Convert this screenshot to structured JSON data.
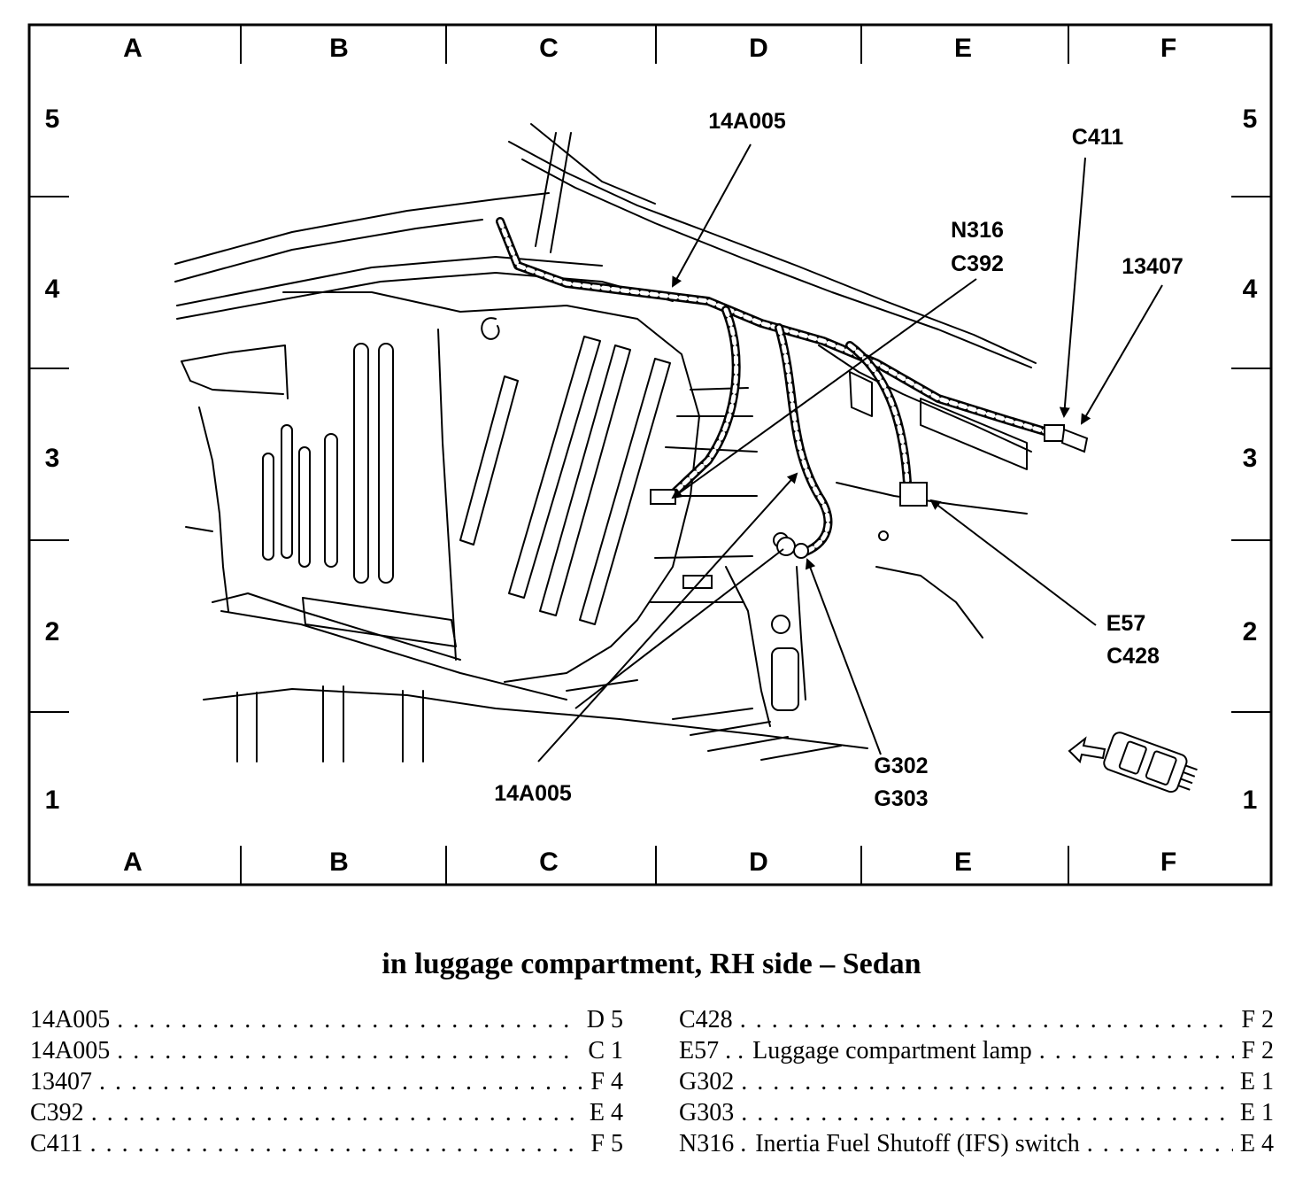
{
  "grid": {
    "columns": [
      "A",
      "B",
      "C",
      "D",
      "E",
      "F"
    ],
    "rows": [
      "5",
      "4",
      "3",
      "2",
      "1"
    ]
  },
  "callouts": {
    "c14a005_top": "14A005",
    "c411": "C411",
    "n316": "N316",
    "c392": "C392",
    "c13407": "13407",
    "e57": "E57",
    "c428": "C428",
    "g302": "G302",
    "g303": "G303",
    "c14a005_bottom": "14A005"
  },
  "caption": "in luggage compartment, RH side – Sedan",
  "legend_left": [
    {
      "code": "14A005",
      "desc": "",
      "loc": "D 5"
    },
    {
      "code": "14A005",
      "desc": "",
      "loc": "C 1"
    },
    {
      "code": "13407",
      "desc": "",
      "loc": "F 4"
    },
    {
      "code": "C392",
      "desc": "",
      "loc": "E 4"
    },
    {
      "code": "C411",
      "desc": "",
      "loc": "F 5"
    }
  ],
  "legend_right": [
    {
      "code": "C428",
      "desc": "",
      "loc": "F 2"
    },
    {
      "code": "E57 . .",
      "desc": "Luggage compartment lamp",
      "loc": "F 2"
    },
    {
      "code": "G302",
      "desc": "",
      "loc": "E 1"
    },
    {
      "code": "G303",
      "desc": "",
      "loc": "E 1"
    },
    {
      "code": "N316 .",
      "desc": "Inertia Fuel Shutoff (IFS) switch",
      "loc": "E 4"
    }
  ]
}
